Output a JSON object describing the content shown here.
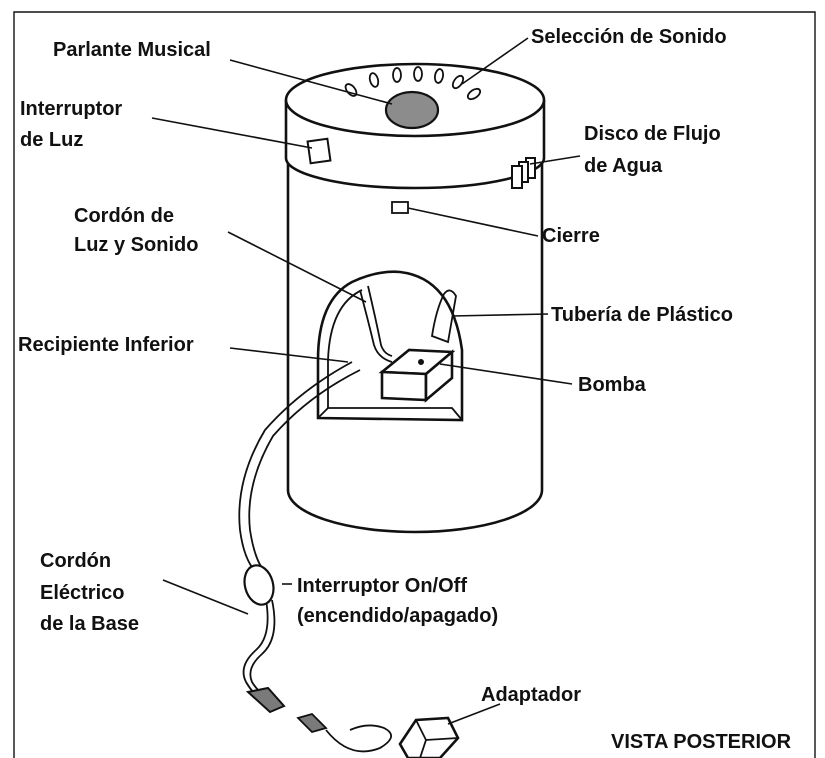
{
  "labels": {
    "parlante": "Parlante Musical",
    "seleccion": "Selección de Sonido",
    "interruptor_luz_1": "Interruptor",
    "interruptor_luz_2": "de Luz",
    "disco_1": "Disco de Flujo",
    "disco_2": "de Agua",
    "cordon_luz_1": "Cordón de",
    "cordon_luz_2": "Luz y Sonido",
    "cierre": "Cierre",
    "tuberia": "Tubería de Plástico",
    "recipiente": "Recipiente Inferior",
    "bomba": "Bomba",
    "cordon_base_1": "Cordón",
    "cordon_base_2": "Eléctrico",
    "cordon_base_3": "de la Base",
    "onoff_1": "Interruptor On/Off",
    "onoff_2": "(encendido/apagado)",
    "adaptador": "Adaptador",
    "vista": "VISTA POSTERIOR"
  },
  "colors": {
    "speaker_fill": "#8c8c8c",
    "plug_fill": "#7a7a7a",
    "line": "#111111"
  }
}
